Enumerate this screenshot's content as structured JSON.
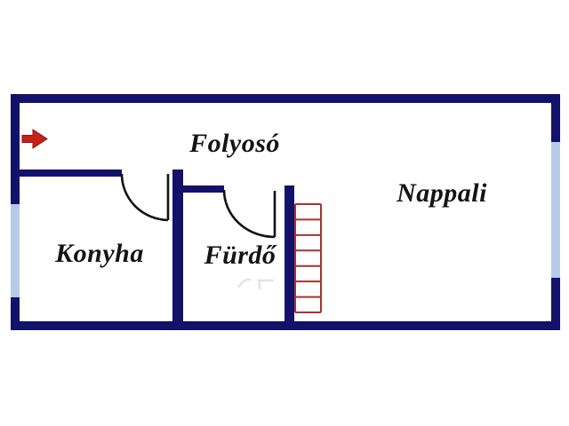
{
  "rooms": {
    "folyoso": {
      "label": "Folyosó"
    },
    "nappali": {
      "label": "Nappali"
    },
    "konyha": {
      "label": "Konyha"
    },
    "furdo": {
      "label": "Fürdő"
    }
  },
  "icons": {
    "entrance_arrow": "red-right-arrow",
    "stairs": "staircase-steps",
    "doors": "quarter-circle-door-swing"
  },
  "colors": {
    "wall": "#12126b",
    "window": "#b7cbe7",
    "door": "#121212",
    "stairs": "#a5342a",
    "arrow": "#c8201a",
    "label": "#141414",
    "background": "#ffffff"
  },
  "stairs": {
    "steps": 7
  }
}
